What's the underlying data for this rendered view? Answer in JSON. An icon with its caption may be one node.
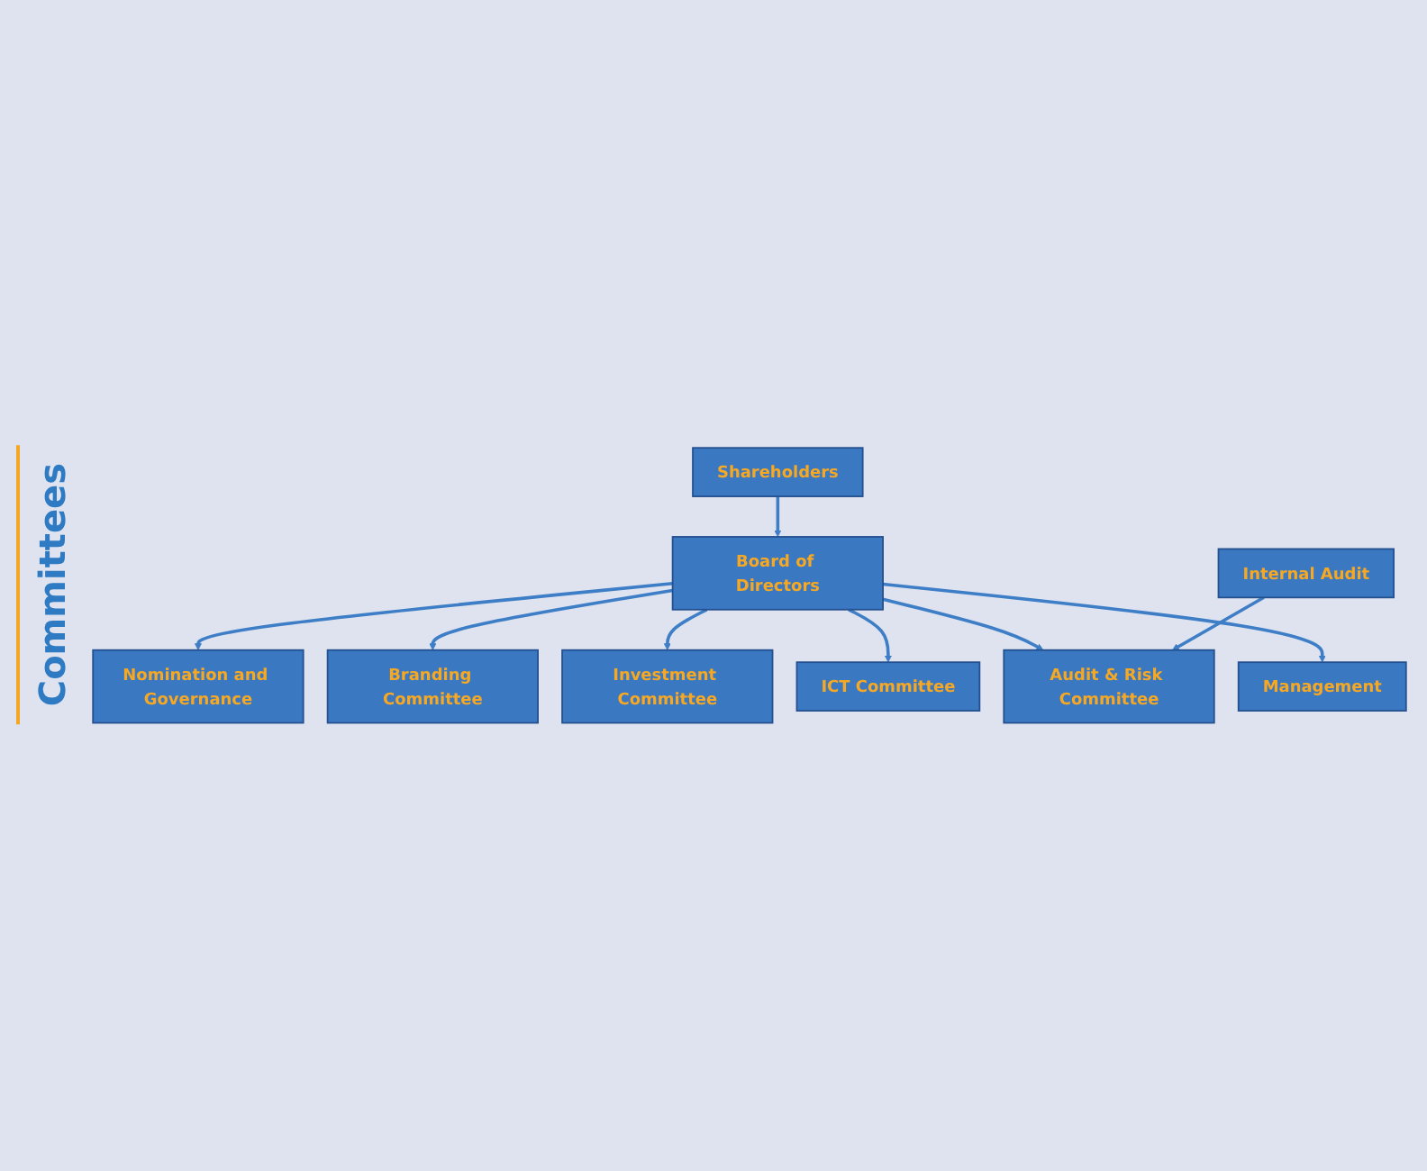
{
  "diagram": {
    "nodes": [
      {
        "text": [
          "Shareholders"
        ]
      },
      {
        "text": [
          "Board of Directors"
        ]
      },
      {
        "text": [
          "Nomination and Governance"
        ]
      },
      {
        "text": [
          "Branding Committee"
        ]
      },
      {
        "text": [
          "Investment Committee"
        ]
      },
      {
        "text": [
          "ICT Committee"
        ]
      },
      {
        "text": [
          "Audit & Risk Committee"
        ]
      },
      {
        "text": [
          "Management"
        ]
      },
      {
        "text": [
          "Internal Audit"
        ]
      }
    ],
    "edges": [
      {
        "from": 0,
        "to": 1,
        "arrow": "to"
      },
      {
        "from": 1,
        "to": 2,
        "arrow": "to"
      },
      {
        "from": 1,
        "to": 3,
        "arrow": "to"
      },
      {
        "from": 1,
        "to": 4,
        "arrow": "to"
      },
      {
        "from": 1,
        "to": 5,
        "arrow": "to"
      },
      {
        "from": 1,
        "to": 6,
        "arrow": "to"
      },
      {
        "from": 1,
        "to": 7,
        "arrow": "to"
      },
      {
        "from": 8,
        "to": 6,
        "arrow": "to"
      }
    ],
    "labels": [
      "Committees"
    ]
  }
}
